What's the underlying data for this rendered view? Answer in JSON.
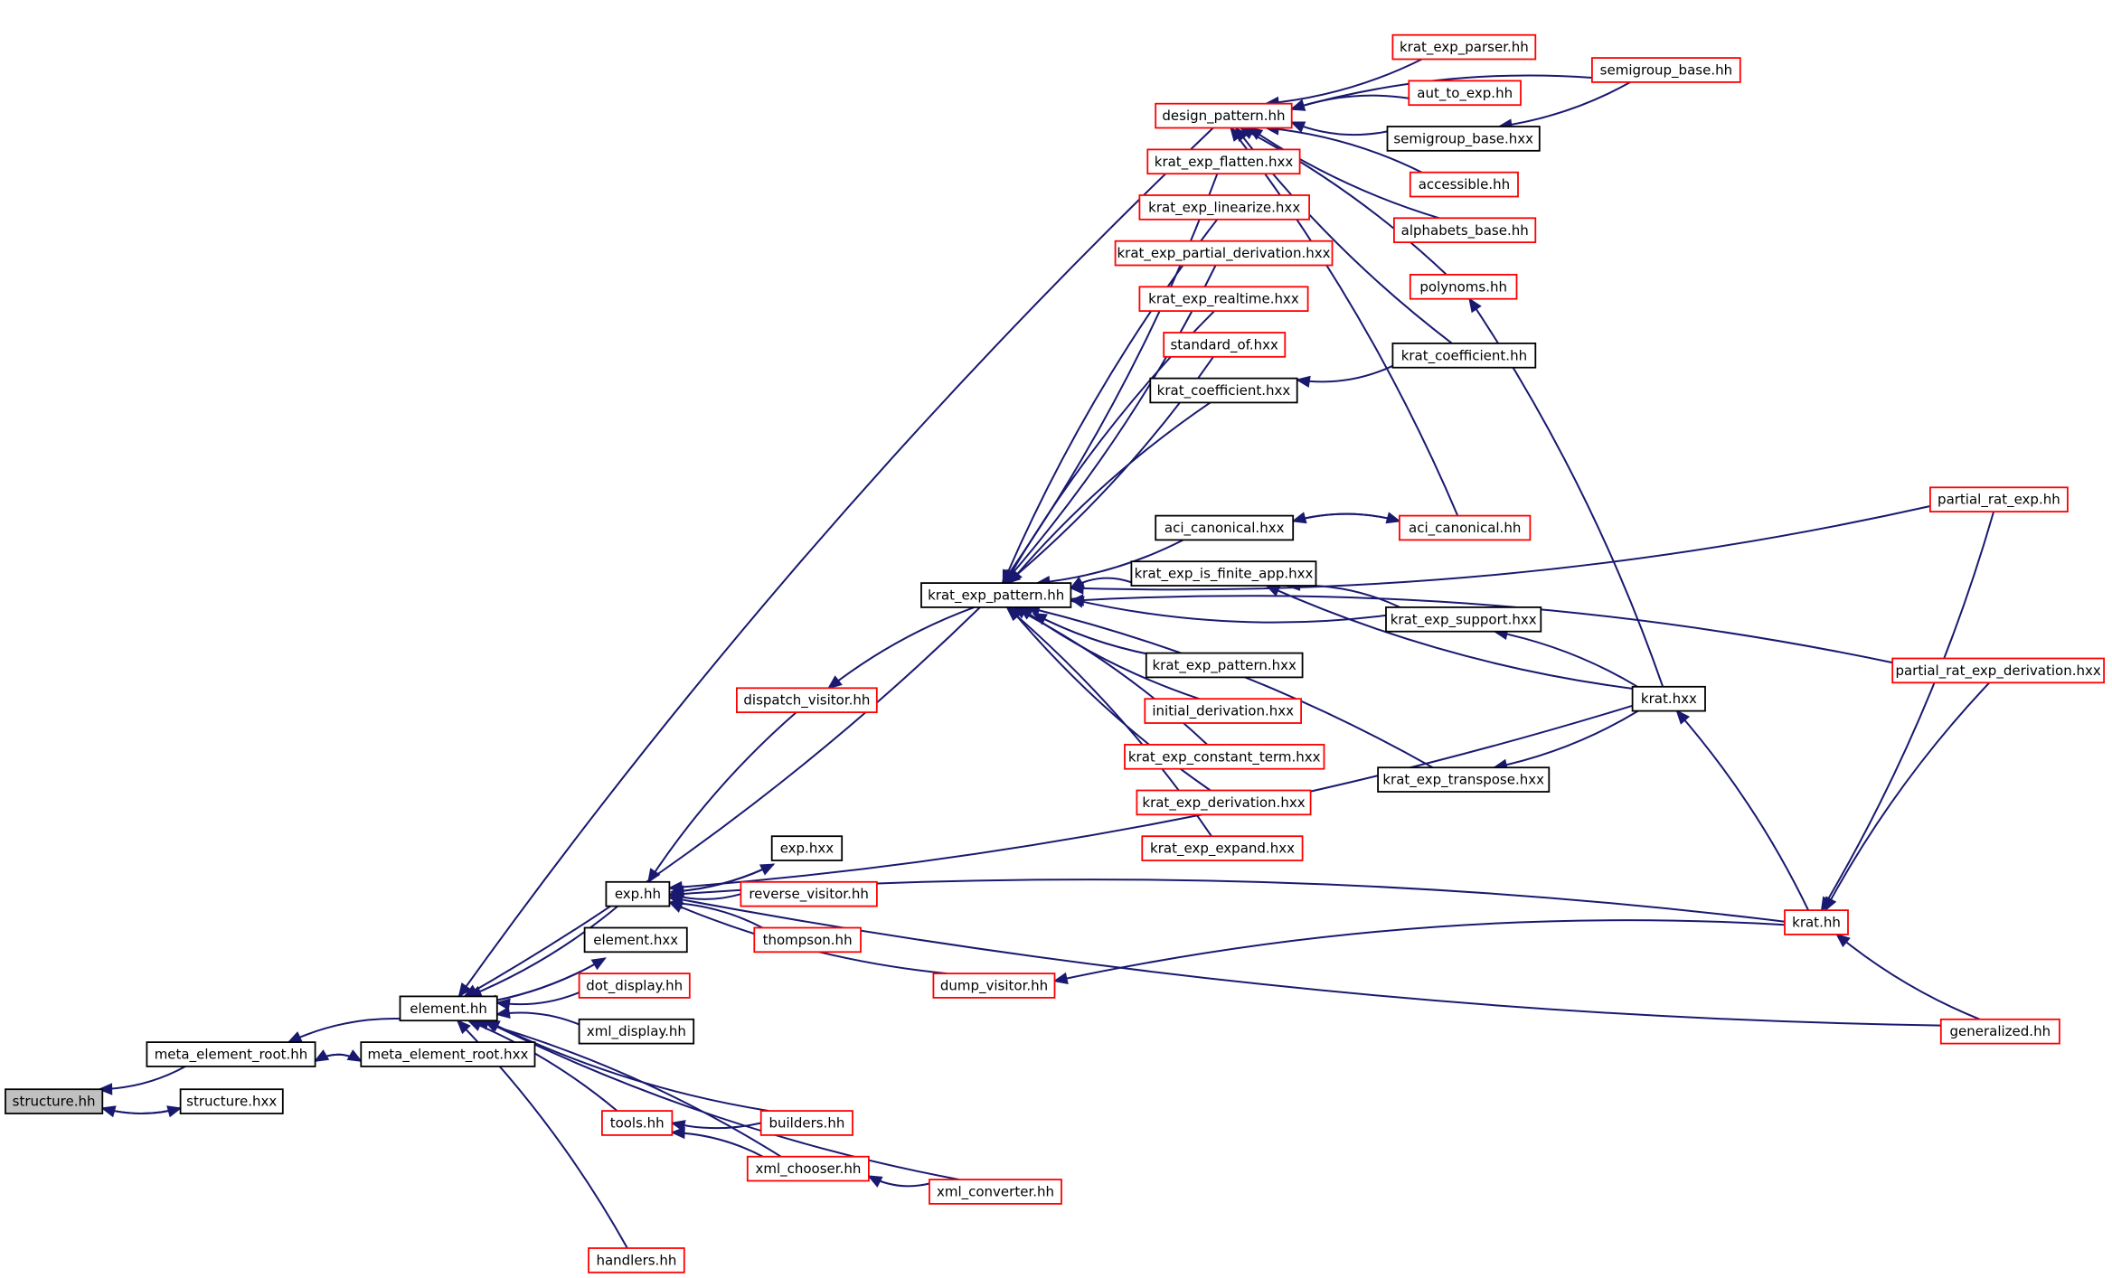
{
  "colors": {
    "edge": "#191970",
    "border_local": "#000000",
    "border_external": "#ff0000",
    "fill_root": "#c0c0c0",
    "fill_node": "#ffffff"
  },
  "nodes": [
    {
      "id": "structure_hh",
      "label": "structure.hh",
      "kind": "root"
    },
    {
      "id": "structure_hxx",
      "label": "structure.hxx",
      "kind": "local"
    },
    {
      "id": "meta_element_root_hh",
      "label": "meta_element_root.hh",
      "kind": "local"
    },
    {
      "id": "meta_element_root_hxx",
      "label": "meta_element_root.hxx",
      "kind": "local"
    },
    {
      "id": "element_hh",
      "label": "element.hh",
      "kind": "local"
    },
    {
      "id": "element_hxx",
      "label": "element.hxx",
      "kind": "local"
    },
    {
      "id": "dot_display_hh",
      "label": "dot_display.hh",
      "kind": "external"
    },
    {
      "id": "xml_display_hh",
      "label": "xml_display.hh",
      "kind": "local"
    },
    {
      "id": "exp_hh",
      "label": "exp.hh",
      "kind": "local"
    },
    {
      "id": "exp_hxx",
      "label": "exp.hxx",
      "kind": "local"
    },
    {
      "id": "reverse_visitor_hh",
      "label": "reverse_visitor.hh",
      "kind": "external"
    },
    {
      "id": "thompson_hh",
      "label": "thompson.hh",
      "kind": "external"
    },
    {
      "id": "dump_visitor_hh",
      "label": "dump_visitor.hh",
      "kind": "external"
    },
    {
      "id": "tools_hh",
      "label": "tools.hh",
      "kind": "external"
    },
    {
      "id": "builders_hh",
      "label": "builders.hh",
      "kind": "external"
    },
    {
      "id": "xml_chooser_hh",
      "label": "xml_chooser.hh",
      "kind": "external"
    },
    {
      "id": "xml_converter_hh",
      "label": "xml_converter.hh",
      "kind": "external"
    },
    {
      "id": "handlers_hh",
      "label": "handlers.hh",
      "kind": "external"
    },
    {
      "id": "dispatch_visitor_hh",
      "label": "dispatch_visitor.hh",
      "kind": "external"
    },
    {
      "id": "krat_exp_pattern_hh",
      "label": "krat_exp_pattern.hh",
      "kind": "local"
    },
    {
      "id": "design_pattern_hh",
      "label": "design_pattern.hh",
      "kind": "external"
    },
    {
      "id": "krat_exp_flatten_hxx",
      "label": "krat_exp_flatten.hxx",
      "kind": "external"
    },
    {
      "id": "krat_exp_linearize_hxx",
      "label": "krat_exp_linearize.hxx",
      "kind": "external"
    },
    {
      "id": "krat_exp_partial_derivation_hxx",
      "label": "krat_exp_partial_derivation.hxx",
      "kind": "external"
    },
    {
      "id": "krat_exp_realtime_hxx",
      "label": "krat_exp_realtime.hxx",
      "kind": "external"
    },
    {
      "id": "standard_of_hxx",
      "label": "standard_of.hxx",
      "kind": "external"
    },
    {
      "id": "krat_coefficient_hxx",
      "label": "krat_coefficient.hxx",
      "kind": "local"
    },
    {
      "id": "aci_canonical_hxx",
      "label": "aci_canonical.hxx",
      "kind": "local"
    },
    {
      "id": "krat_exp_is_finite_app_hxx",
      "label": "krat_exp_is_finite_app.hxx",
      "kind": "local"
    },
    {
      "id": "krat_exp_pattern_hxx",
      "label": "krat_exp_pattern.hxx",
      "kind": "local"
    },
    {
      "id": "initial_derivation_hxx",
      "label": "initial_derivation.hxx",
      "kind": "external"
    },
    {
      "id": "krat_exp_constant_term_hxx",
      "label": "krat_exp_constant_term.hxx",
      "kind": "external"
    },
    {
      "id": "krat_exp_derivation_hxx",
      "label": "krat_exp_derivation.hxx",
      "kind": "external"
    },
    {
      "id": "krat_exp_expand_hxx",
      "label": "krat_exp_expand.hxx",
      "kind": "external"
    },
    {
      "id": "krat_exp_parser_hh",
      "label": "krat_exp_parser.hh",
      "kind": "external"
    },
    {
      "id": "aut_to_exp_hh",
      "label": "aut_to_exp.hh",
      "kind": "external"
    },
    {
      "id": "semigroup_base_hxx",
      "label": "semigroup_base.hxx",
      "kind": "local"
    },
    {
      "id": "semigroup_base_hh",
      "label": "semigroup_base.hh",
      "kind": "external"
    },
    {
      "id": "accessible_hh",
      "label": "accessible.hh",
      "kind": "external"
    },
    {
      "id": "alphabets_base_hh",
      "label": "alphabets_base.hh",
      "kind": "external"
    },
    {
      "id": "polynoms_hh",
      "label": "polynoms.hh",
      "kind": "external"
    },
    {
      "id": "krat_coefficient_hh",
      "label": "krat_coefficient.hh",
      "kind": "local"
    },
    {
      "id": "aci_canonical_hh",
      "label": "aci_canonical.hh",
      "kind": "external"
    },
    {
      "id": "krat_exp_support_hxx",
      "label": "krat_exp_support.hxx",
      "kind": "local"
    },
    {
      "id": "krat_exp_transpose_hxx",
      "label": "krat_exp_transpose.hxx",
      "kind": "local"
    },
    {
      "id": "krat_hxx",
      "label": "krat.hxx",
      "kind": "local"
    },
    {
      "id": "krat_hh",
      "label": "krat.hh",
      "kind": "external"
    },
    {
      "id": "partial_rat_exp_hh",
      "label": "partial_rat_exp.hh",
      "kind": "external"
    },
    {
      "id": "partial_rat_exp_derivation_hxx",
      "label": "partial_rat_exp_derivation.hxx",
      "kind": "external"
    },
    {
      "id": "generalized_hh",
      "label": "generalized.hh",
      "kind": "external"
    }
  ],
  "edges": [
    {
      "from": "structure_hxx",
      "to": "structure_hh"
    },
    {
      "from": "structure_hh",
      "to": "structure_hxx"
    },
    {
      "from": "meta_element_root_hh",
      "to": "structure_hh"
    },
    {
      "from": "meta_element_root_hxx",
      "to": "meta_element_root_hh"
    },
    {
      "from": "meta_element_root_hh",
      "to": "meta_element_root_hxx"
    },
    {
      "from": "element_hh",
      "to": "meta_element_root_hh"
    },
    {
      "from": "element_hxx",
      "to": "element_hh"
    },
    {
      "from": "element_hh",
      "to": "element_hxx"
    },
    {
      "from": "dot_display_hh",
      "to": "element_hh"
    },
    {
      "from": "xml_display_hh",
      "to": "element_hh"
    },
    {
      "from": "exp_hh",
      "to": "element_hh"
    },
    {
      "from": "tools_hh",
      "to": "element_hh"
    },
    {
      "from": "builders_hh",
      "to": "element_hh"
    },
    {
      "from": "xml_chooser_hh",
      "to": "element_hh"
    },
    {
      "from": "xml_converter_hh",
      "to": "element_hh"
    },
    {
      "from": "handlers_hh",
      "to": "element_hh"
    },
    {
      "from": "krat_exp_pattern_hh",
      "to": "element_hh"
    },
    {
      "from": "design_pattern_hh",
      "to": "element_hh"
    },
    {
      "from": "exp_hxx",
      "to": "exp_hh"
    },
    {
      "from": "exp_hh",
      "to": "exp_hxx"
    },
    {
      "from": "reverse_visitor_hh",
      "to": "exp_hh"
    },
    {
      "from": "thompson_hh",
      "to": "exp_hh"
    },
    {
      "from": "dump_visitor_hh",
      "to": "exp_hh"
    },
    {
      "from": "dispatch_visitor_hh",
      "to": "exp_hh"
    },
    {
      "from": "krat_hxx",
      "to": "exp_hh"
    },
    {
      "from": "krat_hh",
      "to": "exp_hh"
    },
    {
      "from": "generalized_hh",
      "to": "exp_hh"
    },
    {
      "from": "krat_hh",
      "to": "dump_visitor_hh"
    },
    {
      "from": "builders_hh",
      "to": "tools_hh"
    },
    {
      "from": "xml_chooser_hh",
      "to": "tools_hh"
    },
    {
      "from": "xml_converter_hh",
      "to": "xml_chooser_hh"
    },
    {
      "from": "krat_exp_pattern_hh",
      "to": "dispatch_visitor_hh"
    },
    {
      "from": "krat_exp_flatten_hxx",
      "to": "krat_exp_pattern_hh"
    },
    {
      "from": "krat_exp_linearize_hxx",
      "to": "krat_exp_pattern_hh"
    },
    {
      "from": "krat_exp_partial_derivation_hxx",
      "to": "krat_exp_pattern_hh"
    },
    {
      "from": "krat_exp_realtime_hxx",
      "to": "krat_exp_pattern_hh"
    },
    {
      "from": "standard_of_hxx",
      "to": "krat_exp_pattern_hh"
    },
    {
      "from": "krat_coefficient_hxx",
      "to": "krat_exp_pattern_hh"
    },
    {
      "from": "aci_canonical_hxx",
      "to": "krat_exp_pattern_hh"
    },
    {
      "from": "krat_exp_is_finite_app_hxx",
      "to": "krat_exp_pattern_hh"
    },
    {
      "from": "krat_exp_pattern_hxx",
      "to": "krat_exp_pattern_hh"
    },
    {
      "from": "krat_exp_pattern_hh",
      "to": "krat_exp_pattern_hxx"
    },
    {
      "from": "initial_derivation_hxx",
      "to": "krat_exp_pattern_hh"
    },
    {
      "from": "krat_exp_constant_term_hxx",
      "to": "krat_exp_pattern_hh"
    },
    {
      "from": "krat_exp_derivation_hxx",
      "to": "krat_exp_pattern_hh"
    },
    {
      "from": "krat_exp_expand_hxx",
      "to": "krat_exp_pattern_hh"
    },
    {
      "from": "krat_exp_support_hxx",
      "to": "krat_exp_pattern_hh"
    },
    {
      "from": "krat_exp_transpose_hxx",
      "to": "krat_exp_pattern_hh"
    },
    {
      "from": "partial_rat_exp_hh",
      "to": "krat_exp_pattern_hh"
    },
    {
      "from": "partial_rat_exp_derivation_hxx",
      "to": "krat_exp_pattern_hh"
    },
    {
      "from": "krat_coefficient_hh",
      "to": "krat_coefficient_hxx"
    },
    {
      "from": "aci_canonical_hh",
      "to": "aci_canonical_hxx"
    },
    {
      "from": "aci_canonical_hxx",
      "to": "aci_canonical_hh"
    },
    {
      "from": "krat_exp_support_hxx",
      "to": "krat_exp_is_finite_app_hxx"
    },
    {
      "from": "krat_hxx",
      "to": "krat_exp_is_finite_app_hxx"
    },
    {
      "from": "krat_hxx",
      "to": "krat_exp_support_hxx"
    },
    {
      "from": "krat_hxx",
      "to": "krat_exp_transpose_hxx"
    },
    {
      "from": "krat_hh",
      "to": "krat_hxx"
    },
    {
      "from": "partial_rat_exp_hh",
      "to": "krat_hh"
    },
    {
      "from": "partial_rat_exp_derivation_hxx",
      "to": "krat_hh"
    },
    {
      "from": "generalized_hh",
      "to": "krat_hh"
    },
    {
      "from": "semigroup_base_hh",
      "to": "design_pattern_hh"
    },
    {
      "from": "krat_exp_parser_hh",
      "to": "design_pattern_hh"
    },
    {
      "from": "aut_to_exp_hh",
      "to": "design_pattern_hh"
    },
    {
      "from": "semigroup_base_hxx",
      "to": "design_pattern_hh"
    },
    {
      "from": "accessible_hh",
      "to": "design_pattern_hh"
    },
    {
      "from": "alphabets_base_hh",
      "to": "design_pattern_hh"
    },
    {
      "from": "polynoms_hh",
      "to": "design_pattern_hh"
    },
    {
      "from": "krat_coefficient_hh",
      "to": "design_pattern_hh"
    },
    {
      "from": "aci_canonical_hh",
      "to": "design_pattern_hh"
    },
    {
      "from": "semigroup_base_hh",
      "to": "semigroup_base_hxx"
    },
    {
      "from": "krat_hxx",
      "to": "polynoms_hh"
    }
  ]
}
